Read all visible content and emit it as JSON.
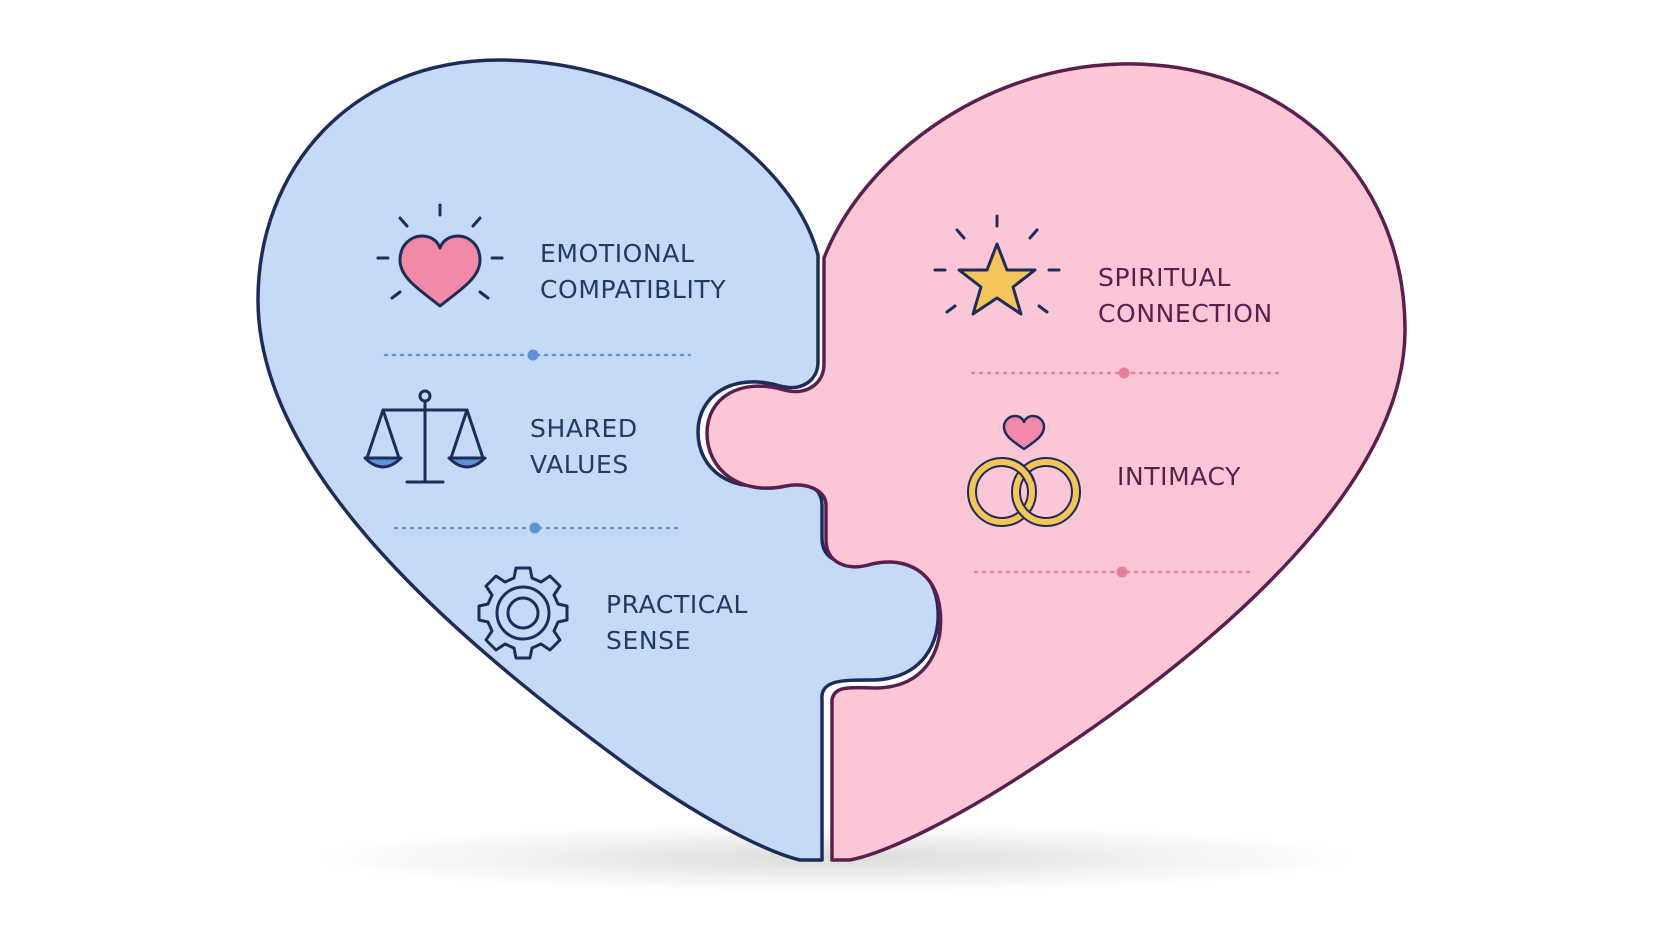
{
  "colors": {
    "left_fill": "#c4daf6",
    "left_outline": "#1f2c59",
    "right_fill": "#fbc6d6",
    "right_outline": "#5a1f4e",
    "left_text": "#243a66",
    "right_text": "#5a1f4e",
    "heart_icon": "#f08aa8",
    "gold_icon": "#f4c559",
    "left_divider_dot": "#5d93d8",
    "right_divider_dot": "#ea7c9b"
  },
  "left_piece": {
    "items": [
      {
        "icon": "heart-icon",
        "line1": "EMOTIONAL",
        "line2": "COMPATIBLITY"
      },
      {
        "icon": "scales-icon",
        "line1": "SHARED",
        "line2": "VALUES"
      },
      {
        "icon": "gear-icon",
        "line1": "PRACTICAL",
        "line2": "SENSE"
      }
    ]
  },
  "right_piece": {
    "items": [
      {
        "icon": "star-icon",
        "line1": "SPIRITUAL",
        "line2": "CONNECTION"
      },
      {
        "icon": "rings-icon",
        "line1": "INTIMACY"
      }
    ]
  }
}
